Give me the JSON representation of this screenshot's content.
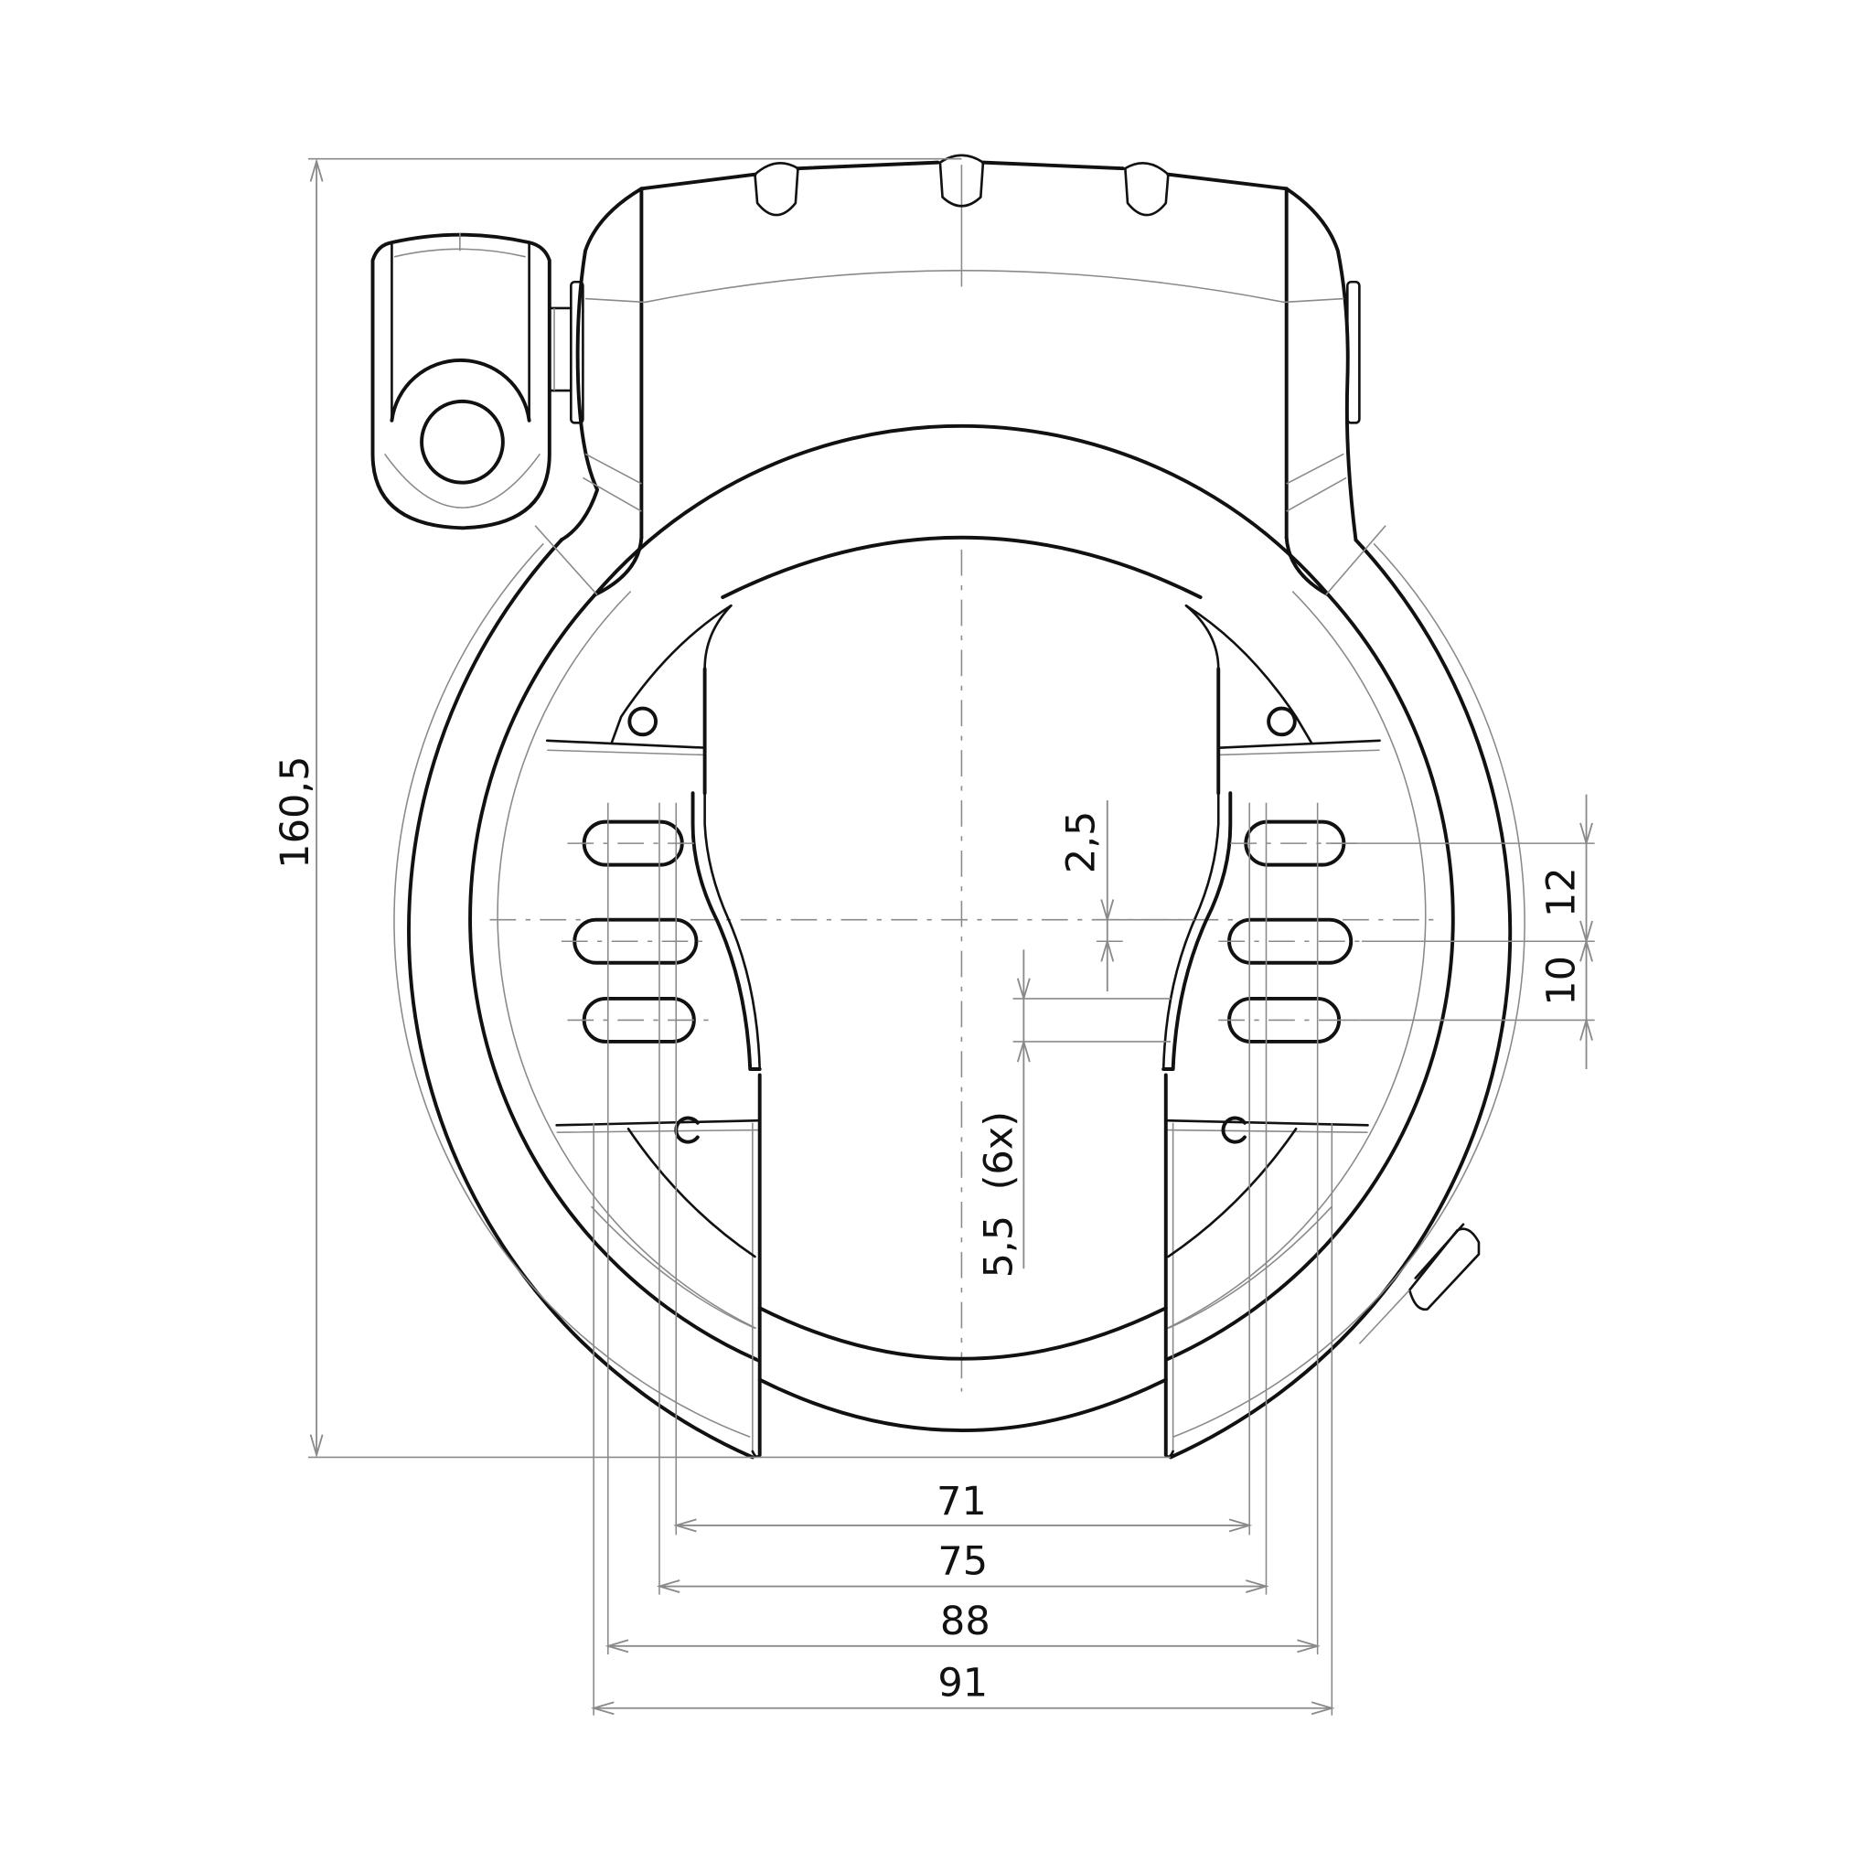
{
  "drawing": {
    "subject": "frame lock (ring lock) technical drawing",
    "colors": {
      "outline": "#111111",
      "construction": "#8a8a8a",
      "background": "#ffffff"
    }
  },
  "dimensions": {
    "overall_height": {
      "label": "160,5",
      "orientation": "vertical"
    },
    "slot_pitch_upper": {
      "label": "2,5",
      "orientation": "vertical"
    },
    "slot_width": {
      "label": "5,5  (6x)",
      "orientation": "vertical"
    },
    "right_pitch_12": {
      "label": "12",
      "orientation": "vertical"
    },
    "right_pitch_10": {
      "label": "10",
      "orientation": "vertical"
    },
    "width_71": {
      "label": "71",
      "orientation": "horizontal"
    },
    "width_75": {
      "label": "75",
      "orientation": "horizontal"
    },
    "width_88": {
      "label": "88",
      "orientation": "horizontal"
    },
    "width_91": {
      "label": "91",
      "orientation": "horizontal"
    }
  }
}
